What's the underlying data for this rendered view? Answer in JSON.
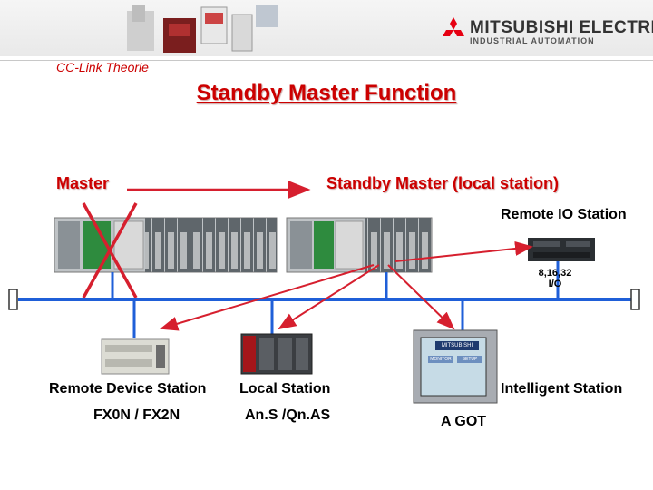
{
  "header": {
    "brand_name": "MITSUBISHI ELECTRIC",
    "brand_sub": "INDUSTRIAL AUTOMATION",
    "topic": "CC-Link Theorie"
  },
  "title": "Standby Master Function",
  "roles": {
    "master": "Master",
    "standby": "Standby Master (local station)"
  },
  "stations": {
    "remote_io": "Remote IO Station",
    "io_points_line1": "8,16,32",
    "io_points_line2": "I/O",
    "remote_device": "Remote Device Station",
    "remote_device_model": "FX0N / FX2N",
    "local": "Local Station",
    "local_model": "An.S /Qn.AS",
    "intelligent": "Intelligent Station",
    "intelligent_model": "A GOT"
  },
  "got_screen": {
    "title": "MITSUBISHI",
    "button_left": "MONITOR",
    "button_right": "SETUP"
  },
  "colors": {
    "accent_red": "#cc0000",
    "bus_blue": "#1f5fd8"
  },
  "icons": [
    "mitsubishi-logo-icon",
    "cross-mark-icon",
    "arrow-icon"
  ]
}
